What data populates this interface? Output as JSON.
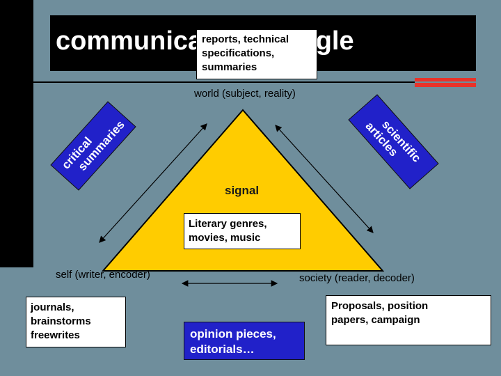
{
  "title": "communication triangle",
  "top_box": [
    "reports, technical",
    "specifications,",
    "summaries"
  ],
  "vertex_labels": {
    "world": "world (subject, reality)",
    "self": "self (writer, encoder)",
    "society": "society (reader, decoder)"
  },
  "signal_label": "signal",
  "center_box": [
    "Literary genres,",
    "movies, music"
  ],
  "left_blue": [
    "critical",
    "summaries"
  ],
  "right_blue": [
    "scientific",
    "articles"
  ],
  "left_box": [
    "journals,",
    "brainstorms",
    "freewrites"
  ],
  "right_box": [
    "Proposals, position",
    "papers, campaign"
  ],
  "bottom_box": [
    "opinion pieces,",
    "editorials…"
  ],
  "colors": {
    "background": "#6f8e9c",
    "triangle_fill": "#ffcc00",
    "blue_box": "#2121c9",
    "accent_red": "#e8332a"
  }
}
